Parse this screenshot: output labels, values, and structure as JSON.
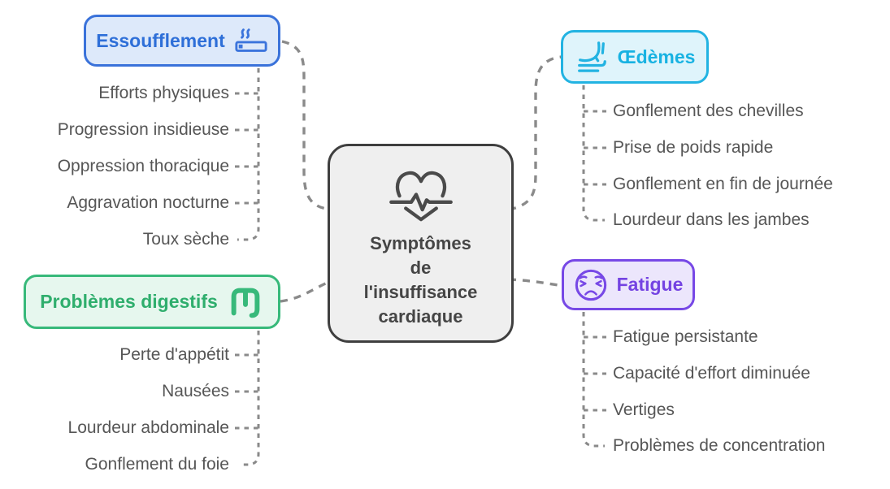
{
  "diagram": {
    "title": "Symptômes de l'insuffisance cardiaque",
    "connector_color": "#8a8a8a",
    "center": {
      "icon": "heart-pulse-icon",
      "lines": [
        "Symptômes",
        "de",
        "l'insuffisance",
        "cardiaque"
      ],
      "border_color": "#3f3f3f",
      "bg_color": "#efefef",
      "text_color": "#454545"
    },
    "branches": [
      {
        "id": "essoufflement",
        "label": "Essoufflement",
        "icon": "cigarette-icon",
        "accent": "#3a72da",
        "bg": "#dde9fa",
        "items": [
          "Efforts physiques",
          "Progression insidieuse",
          "Oppression thoracique",
          "Aggravation nocturne",
          "Toux sèche"
        ]
      },
      {
        "id": "oedemes",
        "label": "Œdèmes",
        "icon": "swollen-leg-icon",
        "accent": "#22b3e2",
        "bg": "#dff4fb",
        "items": [
          "Gonflement des chevilles",
          "Prise de poids rapide",
          "Gonflement en fin de journée",
          "Lourdeur dans les jambes"
        ]
      },
      {
        "id": "problemes-digestifs",
        "label": "Problèmes digestifs",
        "icon": "intestine-icon",
        "accent": "#37b97a",
        "bg": "#e6f7ee",
        "items": [
          "Perte d'appétit",
          "Nausées",
          "Lourdeur abdominale",
          "Gonflement du foie"
        ]
      },
      {
        "id": "fatigue",
        "label": "Fatigue",
        "icon": "weary-face-icon",
        "accent": "#7748e6",
        "bg": "#ece6fc",
        "items": [
          "Fatigue persistante",
          "Capacité d'effort diminuée",
          "Vertiges",
          "Problèmes de concentration"
        ]
      }
    ]
  }
}
